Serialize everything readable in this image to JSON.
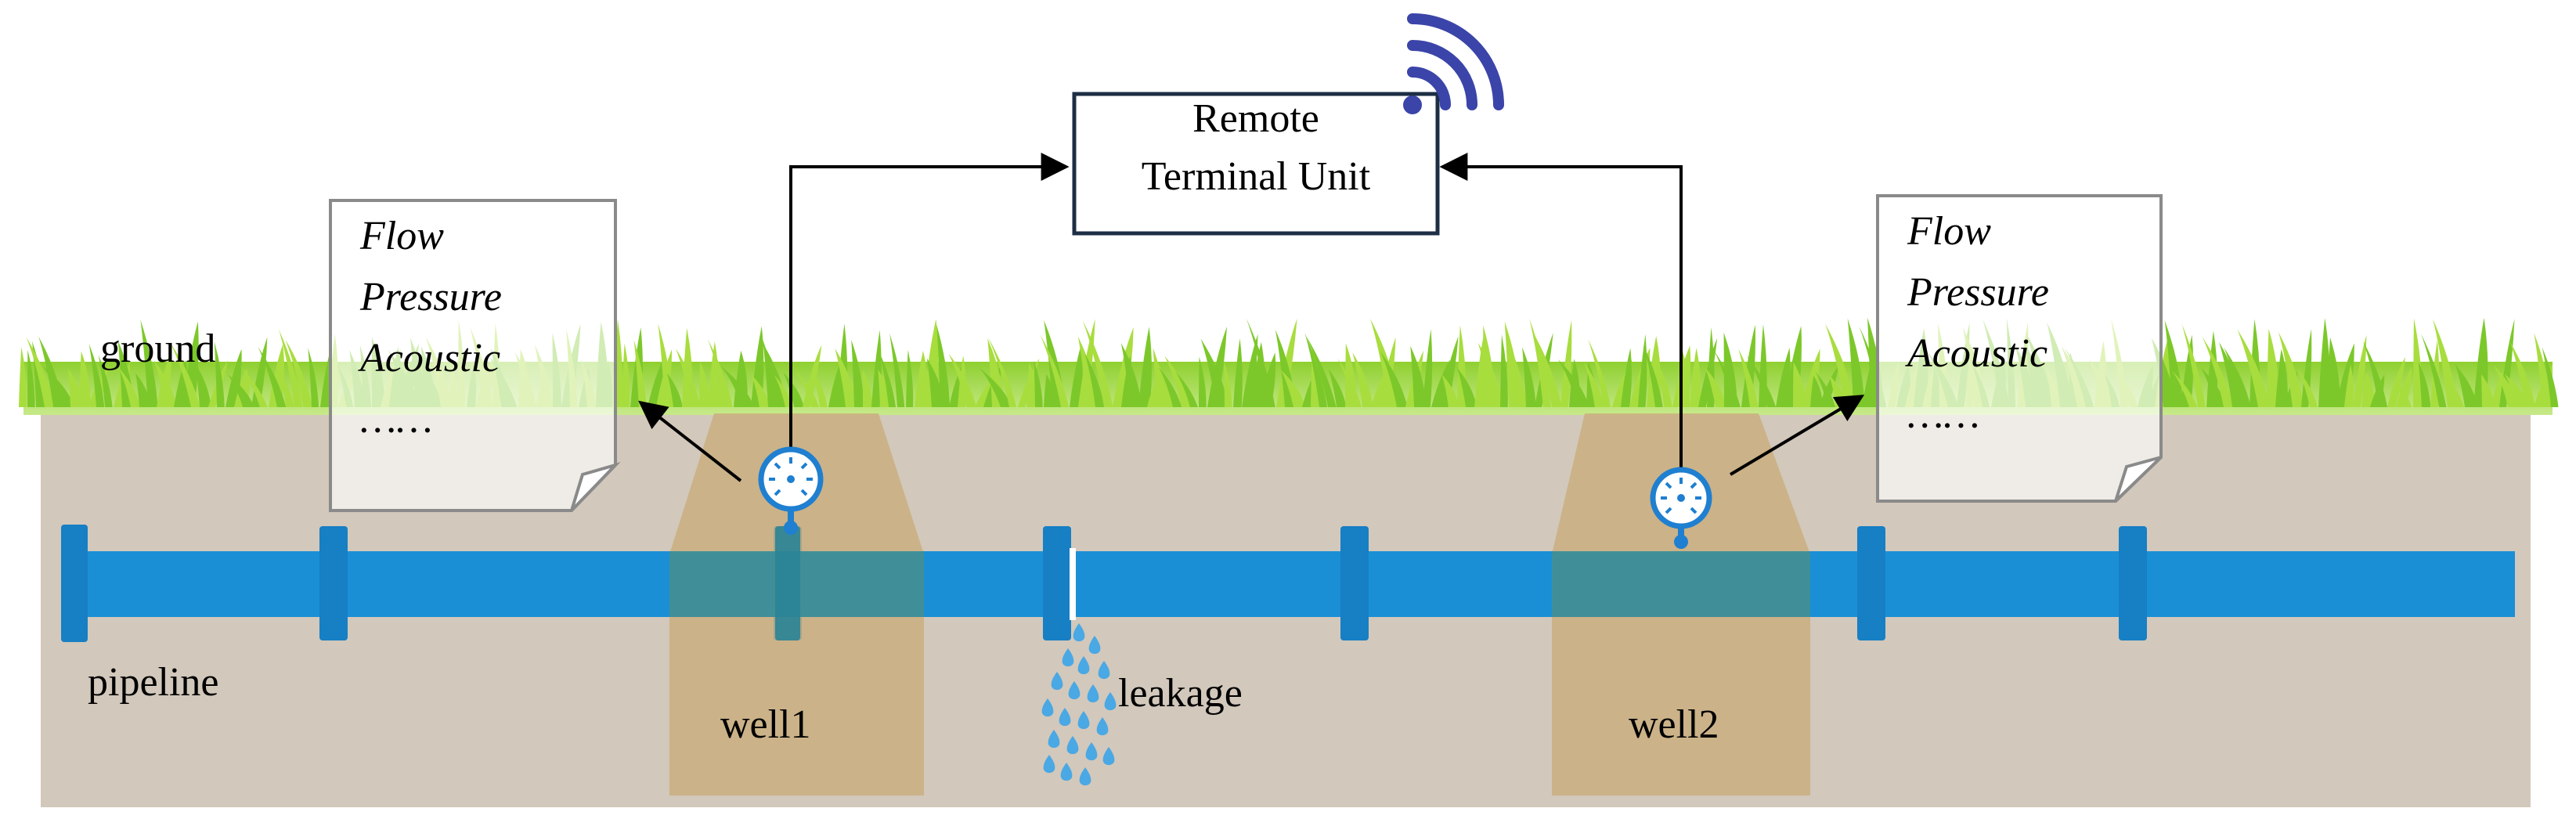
{
  "rtu": {
    "line1": "Remote",
    "line2": "Terminal Unit"
  },
  "labels": {
    "ground": "ground",
    "pipeline": "pipeline",
    "leakage": "leakage",
    "well1": "well1",
    "well2": "well2"
  },
  "notes": [
    {
      "lines": [
        "Flow",
        "Pressure",
        "Acoustic",
        "……"
      ]
    },
    {
      "lines": [
        "Flow",
        "Pressure",
        "Acoustic",
        "……"
      ]
    }
  ],
  "colors": {
    "pipe": "#1a8fd6",
    "pipe_dark": "#177fc4",
    "soil": "#d2c8bb",
    "well": "#c9ad7c",
    "grass": "#7cc82a",
    "grass_light": "#a8dd3e",
    "wifi": "#3b44a8",
    "gauge": "#1f7fd0",
    "box_border": "#1c2e45",
    "drops": "#4aa8e4"
  },
  "icons": {
    "wifi": "wifi-icon",
    "gauge": "pressure-gauge-icon",
    "drops": "water-drop-icon"
  }
}
